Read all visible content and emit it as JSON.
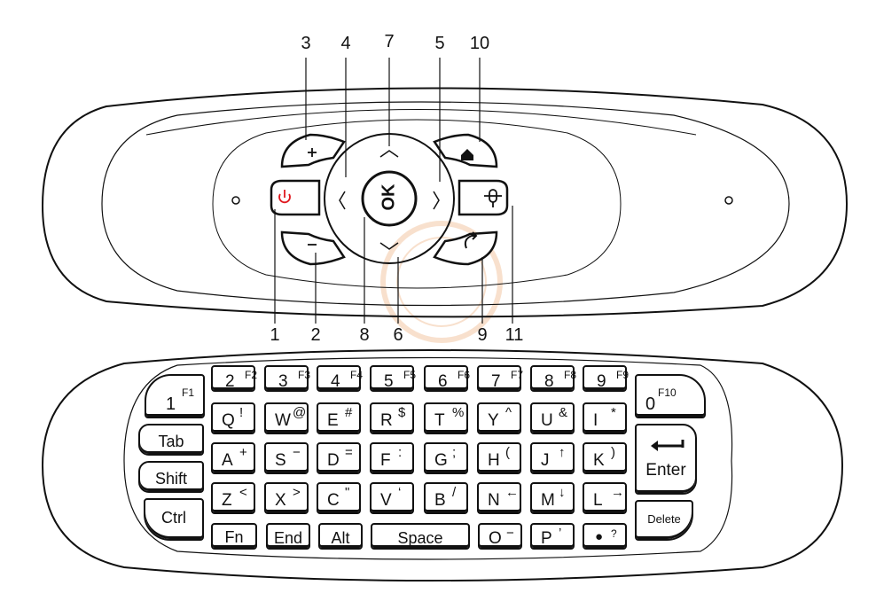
{
  "remote": {
    "callouts": [
      {
        "id": "c3",
        "label": "3"
      },
      {
        "id": "c4",
        "label": "4"
      },
      {
        "id": "c7",
        "label": "7"
      },
      {
        "id": "c5",
        "label": "5"
      },
      {
        "id": "c10",
        "label": "10"
      },
      {
        "id": "c1",
        "label": "1"
      },
      {
        "id": "c2",
        "label": "2"
      },
      {
        "id": "c8",
        "label": "8"
      },
      {
        "id": "c6",
        "label": "6"
      },
      {
        "id": "c9",
        "label": "9"
      },
      {
        "id": "c11",
        "label": "11"
      }
    ],
    "ok_label": "OK"
  },
  "keyboard": {
    "row_numbers": [
      {
        "main": "2",
        "sub": "F2"
      },
      {
        "main": "3",
        "sub": "F3"
      },
      {
        "main": "4",
        "sub": "F4"
      },
      {
        "main": "5",
        "sub": "F5"
      },
      {
        "main": "6",
        "sub": "F6"
      },
      {
        "main": "7",
        "sub": "F7"
      },
      {
        "main": "8",
        "sub": "F8"
      },
      {
        "main": "9",
        "sub": "F9"
      }
    ],
    "key_1": {
      "main": "1",
      "sub": "F1"
    },
    "key_0": {
      "main": "0",
      "sub": "F10"
    },
    "row_q": [
      {
        "main": "Q",
        "sub": "!"
      },
      {
        "main": "W",
        "sub": "@"
      },
      {
        "main": "E",
        "sub": "#"
      },
      {
        "main": "R",
        "sub": "$"
      },
      {
        "main": "T",
        "sub": "%"
      },
      {
        "main": "Y",
        "sub": "^"
      },
      {
        "main": "U",
        "sub": "&"
      },
      {
        "main": "I",
        "sub": "*"
      }
    ],
    "row_a": [
      {
        "main": "A",
        "sub": "+"
      },
      {
        "main": "S",
        "sub": "−"
      },
      {
        "main": "D",
        "sub": "="
      },
      {
        "main": "F",
        "sub": ":"
      },
      {
        "main": "G",
        "sub": ";"
      },
      {
        "main": "H",
        "sub": "("
      },
      {
        "main": "J",
        "sub": "↑"
      },
      {
        "main": "K",
        "sub": ")"
      }
    ],
    "row_z": [
      {
        "main": "Z",
        "sub": "<"
      },
      {
        "main": "X",
        "sub": ">"
      },
      {
        "main": "C",
        "sub": "\""
      },
      {
        "main": "V",
        "sub": "‘"
      },
      {
        "main": "B",
        "sub": "/"
      },
      {
        "main": "N",
        "sub": "←"
      },
      {
        "main": "M",
        "sub": "↓"
      },
      {
        "main": "L",
        "sub": "→"
      }
    ],
    "row_bottom": {
      "fn": "Fn",
      "end": "End",
      "alt": "Alt",
      "space": "Space",
      "o": {
        "main": "O",
        "sub": "−"
      },
      "p": {
        "main": "P",
        "sub": "’"
      },
      "dot": {
        "main": "●",
        "sub": "?"
      }
    },
    "left_keys": {
      "tab": "Tab",
      "shift": "Shift",
      "ctrl": "Ctrl"
    },
    "right_keys": {
      "enter": "Enter",
      "delete": "Delete"
    }
  },
  "icons": [
    "power-icon",
    "volume-up-icon",
    "volume-down-icon",
    "back-icon",
    "mic-icon",
    "home-icon",
    "arrow-up-icon",
    "arrow-down-icon",
    "arrow-left-icon",
    "arrow-right-icon",
    "enter-arrow-icon"
  ],
  "colors": {
    "outline": "#111111",
    "power": "#e0191f",
    "watermark": "#f3c8a5"
  }
}
